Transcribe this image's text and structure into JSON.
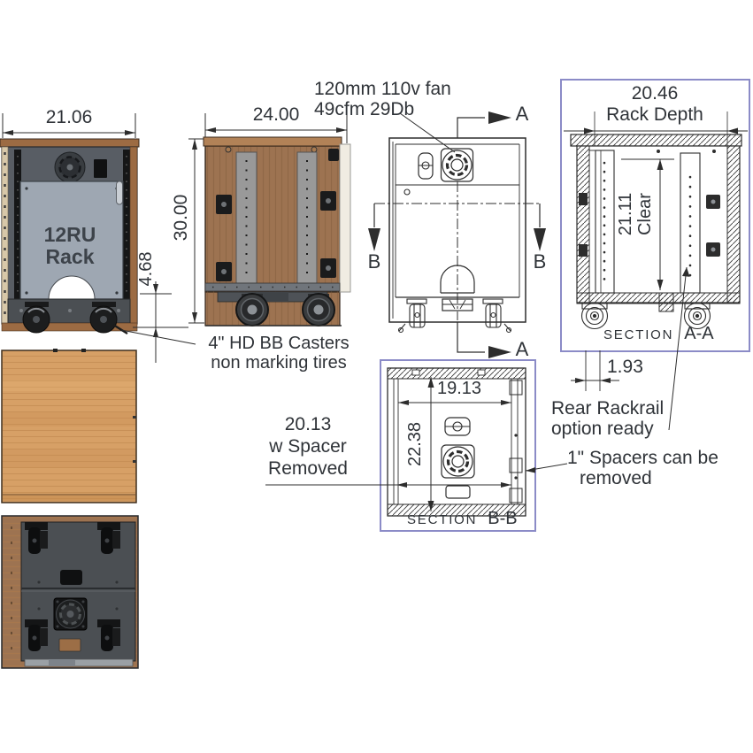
{
  "drawing": {
    "front_view": {
      "width_dim": "21.06",
      "rack_label_line1": "12RU",
      "rack_label_line2": "Rack",
      "caster_height_dim": "4.68"
    },
    "side_view": {
      "width_dim": "24.00",
      "height_dim": "30.00"
    },
    "rear_view": {
      "section_a_label": "A",
      "section_b_label": "B"
    },
    "section_aa": {
      "depth_dim": "20.46",
      "depth_label": "Rack Depth",
      "clear_dim": "21.11",
      "clear_label": "Clear",
      "rail_offset_dim": "1.93",
      "caption_prefix": "SECTION",
      "caption_id": "A-A"
    },
    "section_bb": {
      "inner_width_dim": "19.13",
      "inner_height_dim": "22.38",
      "caption_prefix": "SECTION",
      "caption_id": "B-B"
    },
    "annotations": {
      "fan_note_line1": "120mm 110v fan",
      "fan_note_line2": "49cfm 29Db",
      "casters_note_line1": "4\" HD BB Casters",
      "casters_note_line2": "non marking tires",
      "spacer_removed_note_line1": "20.13",
      "spacer_removed_note_line2": "w Spacer",
      "spacer_removed_note_line3": "Removed",
      "rear_rackrail_note_line1": "Rear Rackrail",
      "rear_rackrail_note_line2": "option ready",
      "spacers_note_line1": "1\" Spacers can be",
      "spacers_note_line2": "removed"
    },
    "colors": {
      "section_box_border": "#8b8bc7",
      "line": "#2d2d2d",
      "wood_light": "#d7a066",
      "wood_medium": "#9d7351",
      "wood_trim": "#9c6b43",
      "panel_blue_gray": "#9ea7b2",
      "panel_dark": "#585d64",
      "bottom_dark": "#4b4f53"
    }
  }
}
